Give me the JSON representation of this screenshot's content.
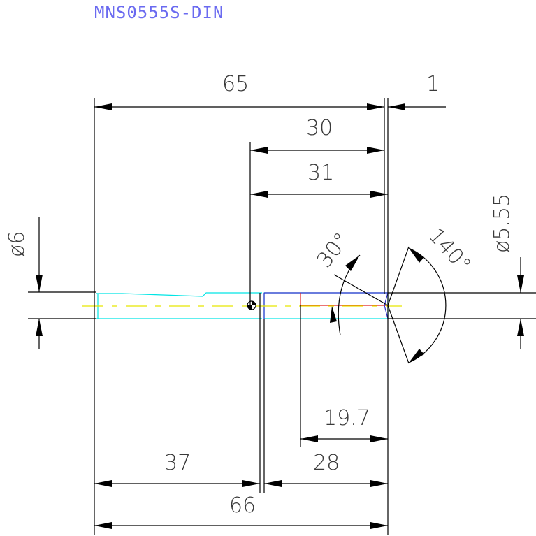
{
  "title": "MNS0555S-DIN",
  "colors": {
    "title": "#6a6af0",
    "body_outline": "#00e5e5",
    "center_line": "#e8e800",
    "flute_outline": "#3030cc",
    "flute_red": "#e02020",
    "dimension": "#000000"
  },
  "dimensions": {
    "overall_length_top": "65",
    "tip_offset": "1",
    "flute_30": "30",
    "flute_31": "31",
    "diameter_shank": "ø6",
    "diameter_tip": "ø5.55",
    "angle_30": "30°",
    "angle_140": "140°",
    "flute_19_7": "19.7",
    "shank_37": "37",
    "section_28": "28",
    "overall_length_bottom": "66"
  }
}
